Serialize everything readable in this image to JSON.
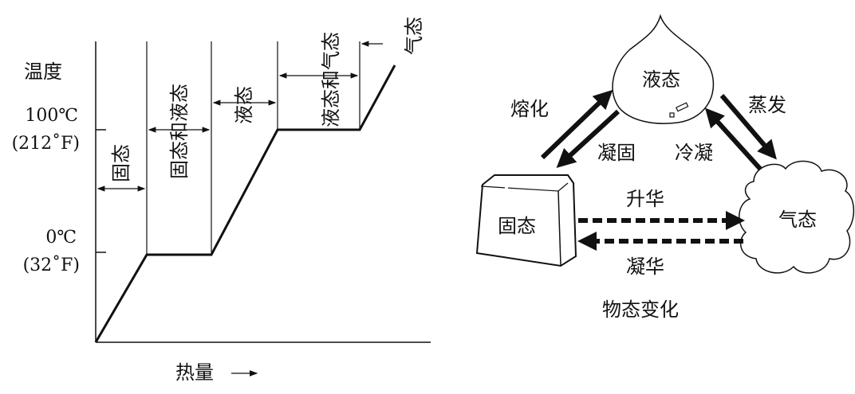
{
  "chart": {
    "y_label": "温度",
    "x_label": "热量",
    "x_arrow": "→",
    "ticks": [
      {
        "celsius": "100℃",
        "fahrenheit": "(212˚F)"
      },
      {
        "celsius": "0℃",
        "fahrenheit": "(32˚F)"
      }
    ],
    "phases": [
      "固态",
      "固态和液态",
      "液态",
      "液态和气态",
      "气态"
    ]
  },
  "cycle": {
    "title": "物态变化",
    "states": {
      "liquid": "液态",
      "solid": "固态",
      "gas": "气态"
    },
    "transitions": {
      "melting": "熔化",
      "solidification": "凝固",
      "condensation": "冷凝",
      "evaporation": "蒸发",
      "sublimation": "升华",
      "deposition": "凝华"
    }
  }
}
